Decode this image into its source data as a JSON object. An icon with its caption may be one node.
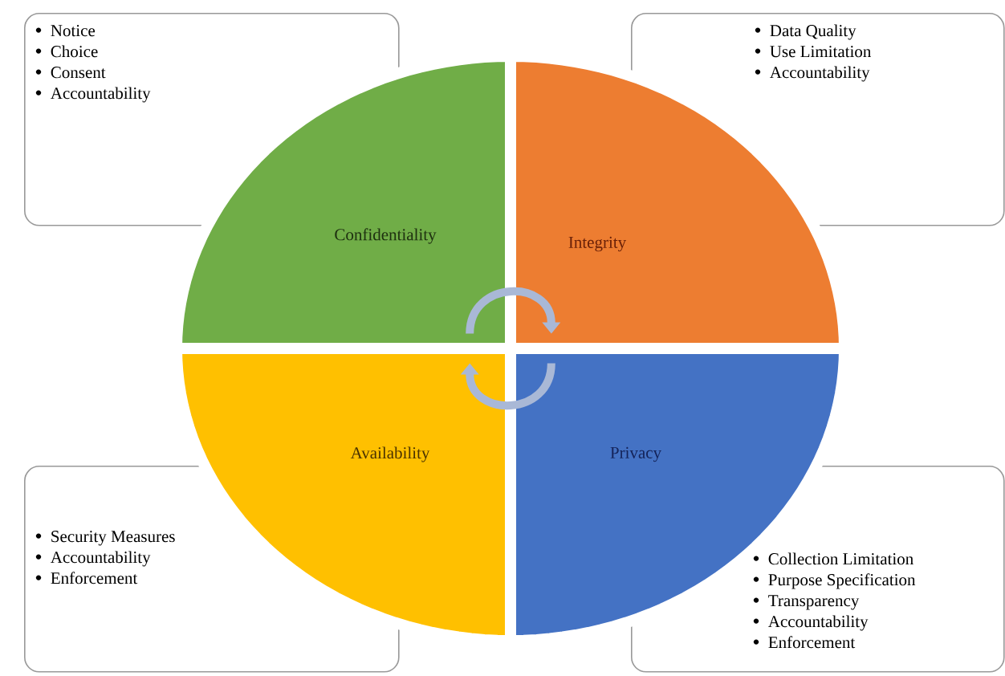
{
  "diagram": {
    "nodes": [
      {
        "text": [
          "Notice",
          "Choice",
          "Consent",
          "Accountability"
        ]
      },
      {
        "text": [
          "Data Quality",
          "Use Limitation",
          "Accountability"
        ]
      },
      {
        "text": [
          "Confidentiality"
        ]
      },
      {
        "text": [
          "Integrity"
        ]
      },
      {
        "text": [
          "Availability"
        ]
      },
      {
        "text": [
          "Privacy"
        ]
      },
      {
        "text": [
          "Security Measures",
          "Accountability",
          "Enforcement"
        ]
      },
      {
        "text": [
          "Collection Limitation",
          "Purpose Specification",
          "Transparency",
          "Accountability",
          "Enforcement"
        ]
      }
    ],
    "edges": [
      {
        "from": 2,
        "to": 3,
        "arrow": "to"
      },
      {
        "from": 5,
        "to": 4,
        "arrow": "to"
      }
    ]
  }
}
